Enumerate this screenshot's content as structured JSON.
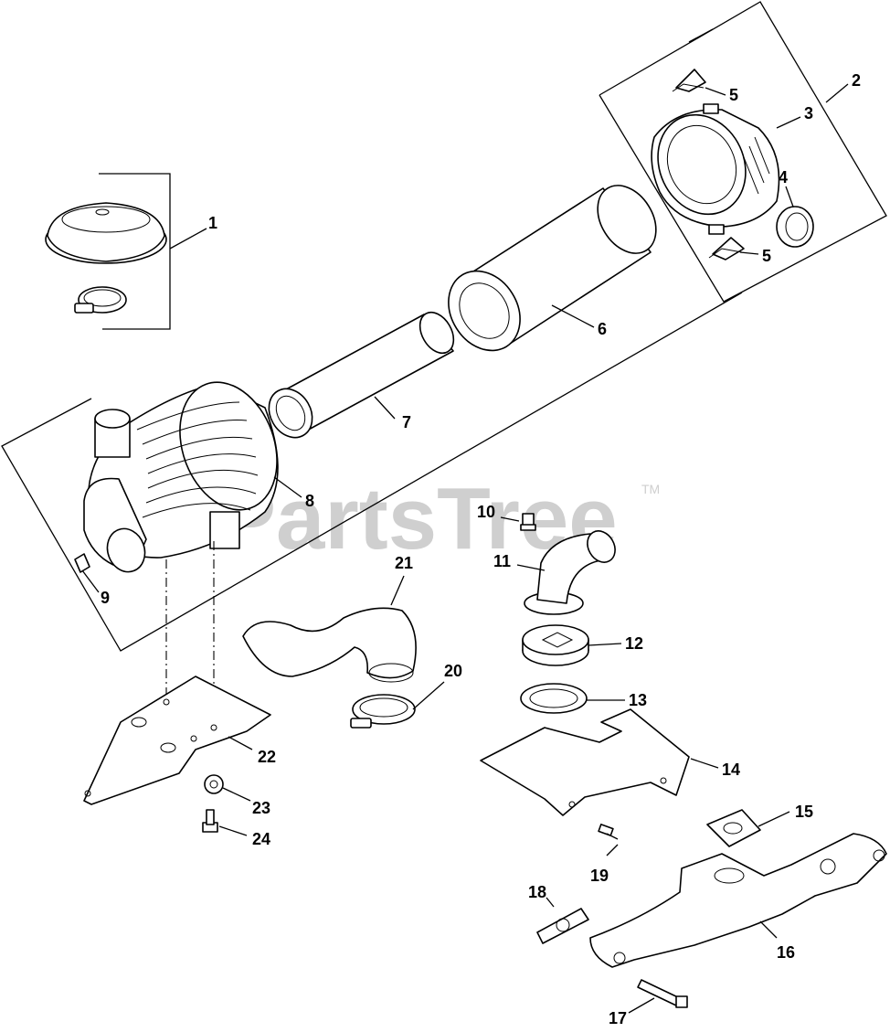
{
  "watermark": {
    "text": "PartsTree",
    "trademark": "TM"
  },
  "callouts": [
    {
      "id": "1",
      "text": "1"
    },
    {
      "id": "2",
      "text": "2"
    },
    {
      "id": "3",
      "text": "3"
    },
    {
      "id": "4",
      "text": "4"
    },
    {
      "id": "5a",
      "text": "5"
    },
    {
      "id": "5b",
      "text": "5"
    },
    {
      "id": "6",
      "text": "6"
    },
    {
      "id": "7",
      "text": "7"
    },
    {
      "id": "8",
      "text": "8"
    },
    {
      "id": "9",
      "text": "9"
    },
    {
      "id": "10",
      "text": "10"
    },
    {
      "id": "11",
      "text": "11"
    },
    {
      "id": "12",
      "text": "12"
    },
    {
      "id": "13",
      "text": "13"
    },
    {
      "id": "14",
      "text": "14"
    },
    {
      "id": "15",
      "text": "15"
    },
    {
      "id": "16",
      "text": "16"
    },
    {
      "id": "17",
      "text": "17"
    },
    {
      "id": "18",
      "text": "18"
    },
    {
      "id": "19",
      "text": "19"
    },
    {
      "id": "20",
      "text": "20"
    },
    {
      "id": "21",
      "text": "21"
    },
    {
      "id": "22",
      "text": "22"
    },
    {
      "id": "23",
      "text": "23"
    },
    {
      "id": "24",
      "text": "24"
    }
  ]
}
